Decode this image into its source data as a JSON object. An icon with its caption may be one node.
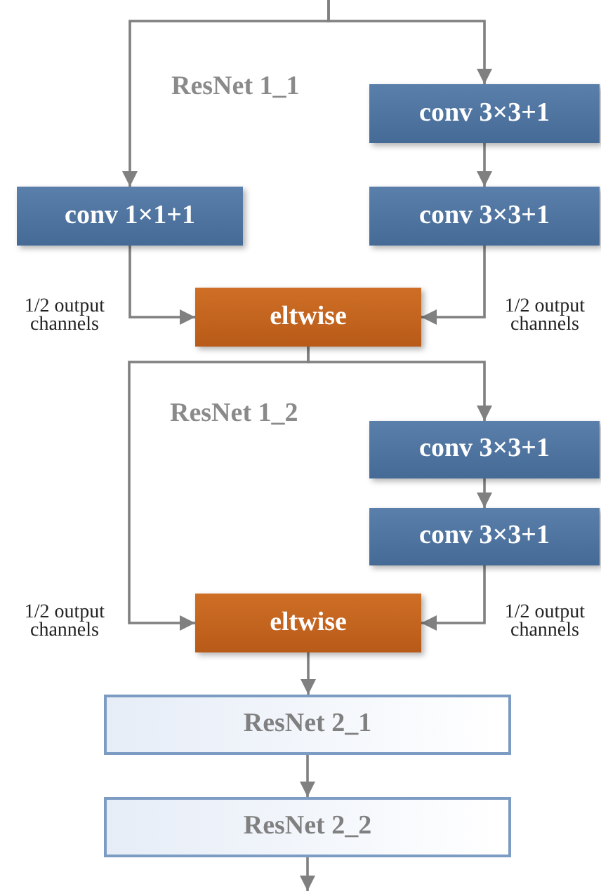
{
  "diagram": {
    "nodes": [
      {
        "text": [
          "conv 3×3+1"
        ]
      },
      {
        "text": [
          "conv 1×1+1"
        ]
      },
      {
        "text": [
          "conv 3×3+1"
        ]
      },
      {
        "text": [
          "eltwise"
        ]
      },
      {
        "text": [
          "conv 3×3+1"
        ]
      },
      {
        "text": [
          "conv 3×3+1"
        ]
      },
      {
        "text": [
          "eltwise"
        ]
      },
      {
        "text": [
          "ResNet 2_1"
        ]
      },
      {
        "text": [
          "ResNet 2_2"
        ]
      }
    ],
    "edges": [
      {
        "from": null,
        "to": 1,
        "arrow": "to"
      },
      {
        "from": null,
        "to": 0,
        "arrow": "to"
      },
      {
        "from": 0,
        "to": 2,
        "arrow": "to"
      },
      {
        "from": 1,
        "to": 3,
        "arrow": "to",
        "label": "1/2 output channels"
      },
      {
        "from": 2,
        "to": 3,
        "arrow": "to",
        "label": "1/2 output channels"
      },
      {
        "from": 3,
        "to": 4,
        "arrow": "to"
      },
      {
        "from": 3,
        "to": 6,
        "arrow": "to",
        "label": "1/2 output channels"
      },
      {
        "from": 4,
        "to": 5,
        "arrow": "to"
      },
      {
        "from": 5,
        "to": 6,
        "arrow": "to",
        "label": "1/2 output channels"
      },
      {
        "from": 6,
        "to": 7,
        "arrow": "to"
      },
      {
        "from": 7,
        "to": 8,
        "arrow": "to"
      },
      {
        "from": 8,
        "to": null,
        "arrow": "to"
      }
    ],
    "labels": [
      "ResNet 1_1",
      "ResNet 1_2"
    ]
  }
}
